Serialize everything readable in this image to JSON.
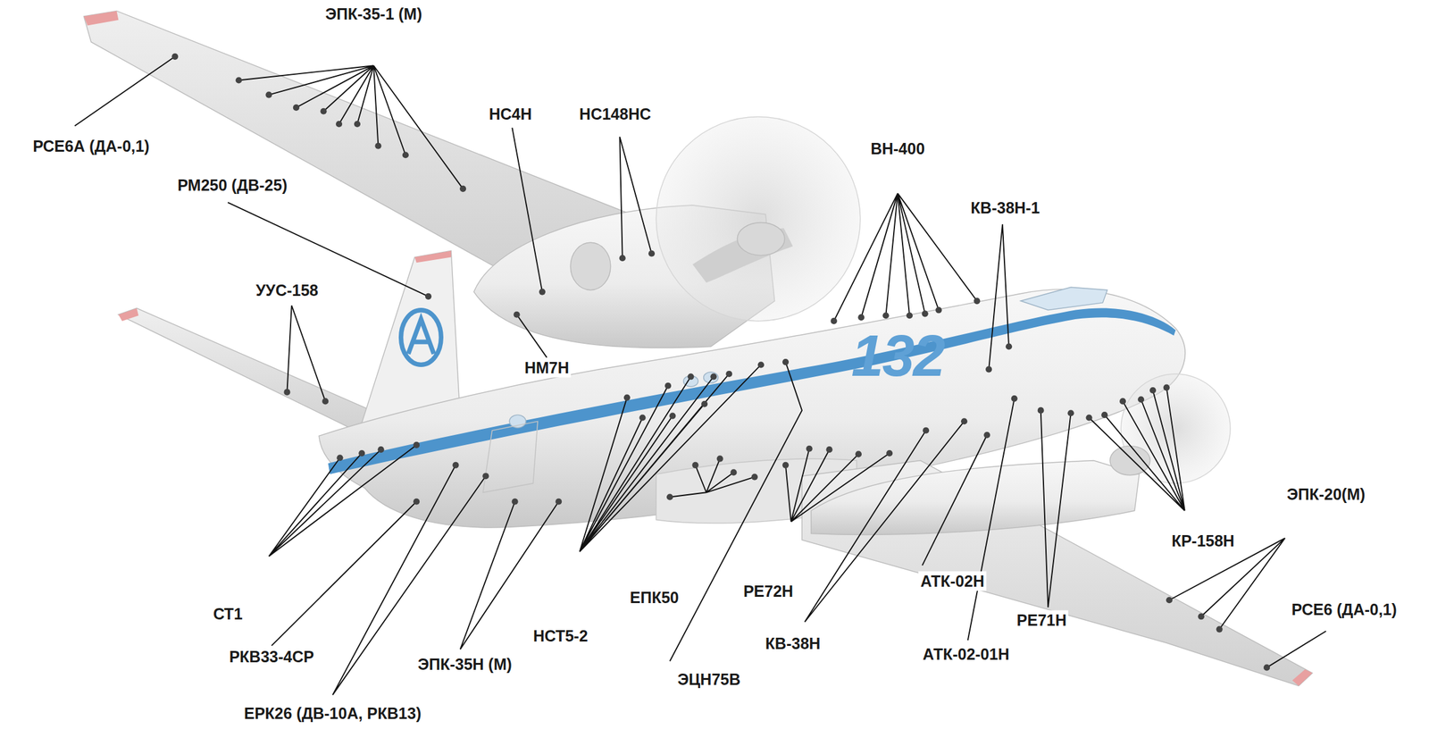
{
  "diagram": {
    "labels": [
      "ЭПК-35-1 (М)",
      "НС4Н",
      "НС148НС",
      "РСЕ6А (ДА-0,1)",
      "ВН-400",
      "РМ250 (ДВ-25)",
      "КВ-38Н-1",
      "УУС-158",
      "132",
      "НМ7Н",
      "ЭПК-20(М)",
      "КР-158Н",
      "АТК-02Н",
      "РЕ72Н",
      "ЕПК50",
      "РСЕ6 (ДА-0,1)",
      "СТ1",
      "РЕ71Н",
      "НСТ5-2",
      "КВ-38Н",
      "АТК-02-01Н",
      "РКВ33-4СР",
      "ЭПК-35Н (М)",
      "ЭЦН75В",
      "ЕРК26 (ДВ-10А, РКВ13)"
    ]
  }
}
